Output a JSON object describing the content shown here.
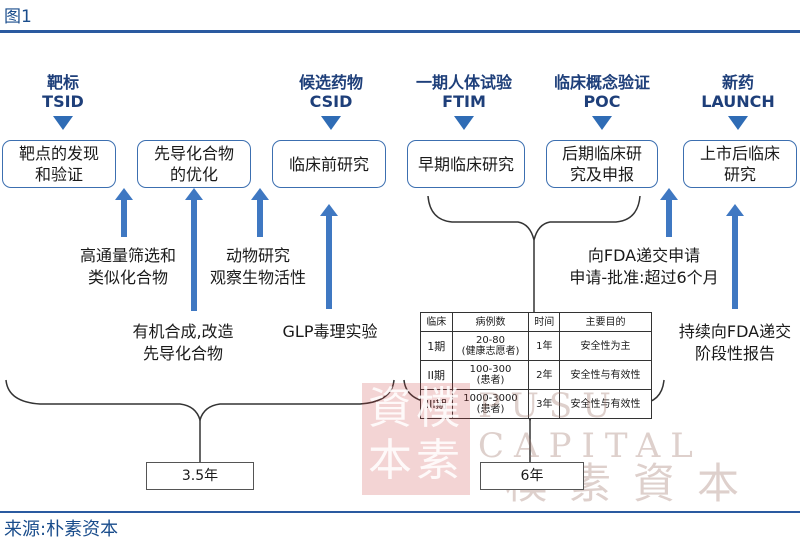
{
  "figure_label": "图1",
  "source": "来源:朴素资本",
  "stages": [
    {
      "cn": "靶标",
      "en": "TSID"
    },
    {
      "cn": "候选药物",
      "en": "CSID"
    },
    {
      "cn": "一期人体试验",
      "en": "FTIM"
    },
    {
      "cn": "临床概念验证",
      "en": "POC"
    },
    {
      "cn": "新药",
      "en": "LAUNCH"
    }
  ],
  "boxes": [
    {
      "line1": "靶点的发现",
      "line2": "和验证"
    },
    {
      "line1": "先导化合物",
      "line2": "的优化"
    },
    {
      "line1": "临床前研究",
      "line2": ""
    },
    {
      "line1": "早期临床研究",
      "line2": ""
    },
    {
      "line1": "后期临床研",
      "line2": "究及申报"
    },
    {
      "line1": "上市后临床",
      "line2": "研究"
    }
  ],
  "notes": {
    "screening": {
      "l1": "高通量筛选和",
      "l2": "类似化合物"
    },
    "animal": {
      "l1": "动物研究",
      "l2": "观察生物活性"
    },
    "synthesis": {
      "l1": "有机合成,改造",
      "l2": "先导化合物"
    },
    "glp": "GLP毒理实验",
    "fda": {
      "l1": "向FDA递交申请",
      "l2": "申请-批准:超过6个月"
    },
    "continuous": {
      "l1": "持续向FDA递交",
      "l2": "阶段性报告"
    }
  },
  "durations": {
    "preclinical": "3.5年",
    "clinical": "6年"
  },
  "trial_table": {
    "headers": [
      "临床",
      "病例数",
      "时间",
      "主要目的"
    ],
    "rows": [
      {
        "phase": "1期",
        "cases1": "20-80",
        "cases2": "(健康志愿者)",
        "time": "1年",
        "purpose": "安全性为主"
      },
      {
        "phase": "II期",
        "cases1": "100-300",
        "cases2": "(患者)",
        "time": "2年",
        "purpose": "安全性与有效性"
      },
      {
        "phase": "III期",
        "cases1": "1000-3000",
        "cases2": "(患者)",
        "time": "3年",
        "purpose": "安全性与有效性"
      }
    ]
  },
  "watermark": {
    "cn_top": "資樸",
    "cn_bottom": "本素",
    "en": "PUSU CAPITAL",
    "cn_right": "樸素資本"
  }
}
